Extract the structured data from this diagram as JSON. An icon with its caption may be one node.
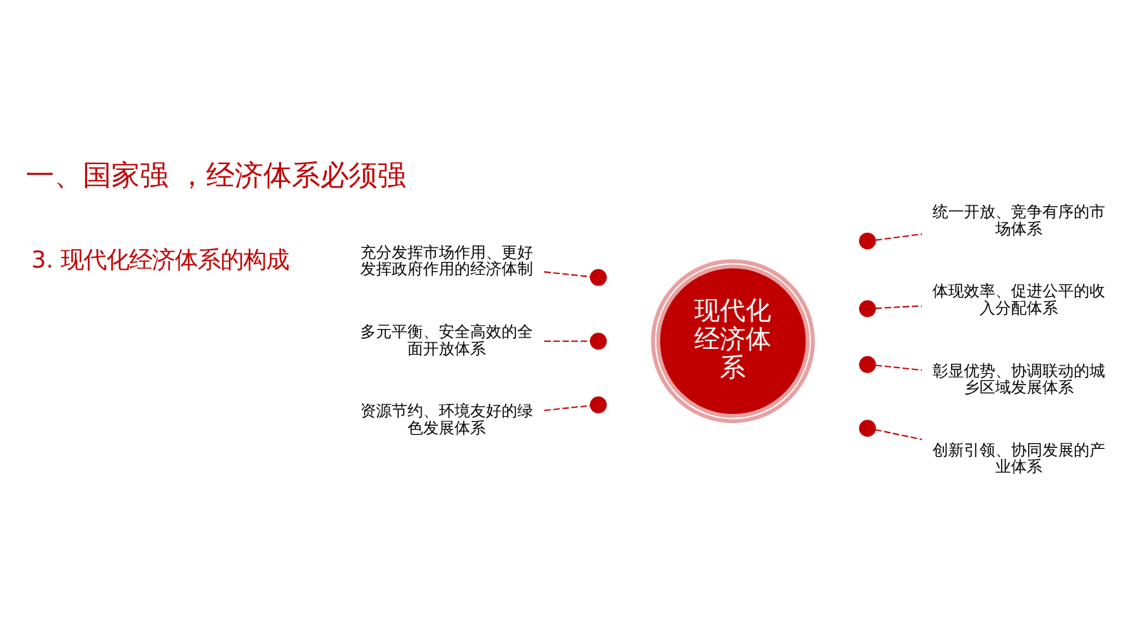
{
  "diagram": {
    "title": "一、国家强 ，经济体系必须强",
    "nodes": [
      {
        "text": [
          "现代化经济体系"
        ]
      },
      {
        "text": [
          "充分发挥市场作用、更好发挥政府作用的经济体制"
        ]
      },
      {
        "text": [
          "多元平衡、安全高效的全面开放体系"
        ]
      },
      {
        "text": [
          "资源节约、环境友好的绿色发展体系"
        ]
      },
      {
        "text": [],
        "shape": "circle"
      },
      {
        "text": [],
        "shape": "circle"
      },
      {
        "text": [],
        "shape": "circle"
      },
      {
        "text": [
          "统一开放、竞争有序的市场体系"
        ]
      },
      {
        "text": [
          "体现效率、促进公平的收入分配体系"
        ]
      },
      {
        "text": [
          "彰显优势、协调联动的城乡区域发展体系"
        ]
      },
      {
        "text": [],
        "shape": "circle"
      },
      {
        "text": [],
        "shape": "circle"
      },
      {
        "text": [],
        "shape": "circle"
      },
      {
        "text": [],
        "shape": "circle"
      },
      {
        "text": [
          "创新引领、协同发展的产业体系"
        ]
      }
    ],
    "edges": [
      {
        "from": 1,
        "to": 4,
        "arrow": "none",
        "style": "dashed"
      },
      {
        "from": 2,
        "to": 5,
        "arrow": "none",
        "style": "dashed"
      },
      {
        "from": 3,
        "to": 6,
        "arrow": "none",
        "style": "dashed"
      },
      {
        "from": 10,
        "to": 7,
        "arrow": "none",
        "style": "dashed"
      },
      {
        "from": 11,
        "to": 8,
        "arrow": "none",
        "style": "dashed"
      },
      {
        "from": 12,
        "to": 9,
        "arrow": "none",
        "style": "dashed"
      },
      {
        "from": 13,
        "to": 14,
        "arrow": "none",
        "style": "dashed"
      }
    ],
    "labels": [
      "3. 现代化经济体系的构成"
    ]
  }
}
